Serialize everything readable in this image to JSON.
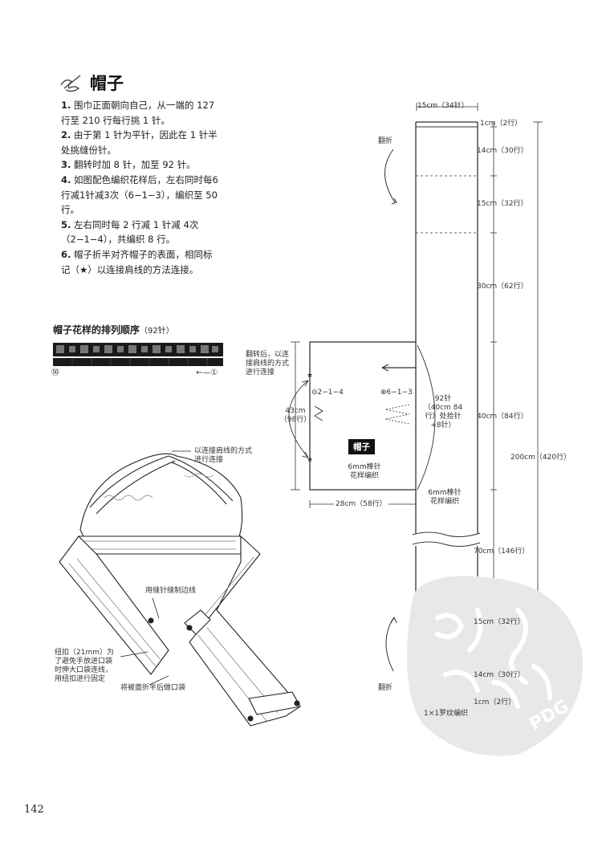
{
  "title": "帽子",
  "steps": [
    {
      "num": "1.",
      "text": "围巾正面朝向自己，从一端的 127 行至 210 行每行挑 1 针。"
    },
    {
      "num": "2.",
      "text": "由于第 1 针为平针，因此在 1 针半处挑缝份针。"
    },
    {
      "num": "3.",
      "text": "翻转时加 8 针，加至 92 针。"
    },
    {
      "num": "4.",
      "text": "如图配色编织花样后，左右同时每6行减1针减3次（6−1−3），编织至 50 行。"
    },
    {
      "num": "5.",
      "text": "左右同时每 2 行减 1 针减 4次（2−1−4），共编织 8 行。"
    },
    {
      "num": "6.",
      "text": "帽子折半对齐帽子的表面，相同标记（★）以连接肩线的方法连接。"
    }
  ],
  "stitch_chart": {
    "title": "帽子花样的排列顺序",
    "count": "（92针）",
    "end_mark": "㊿",
    "start_mark": "←—①"
  },
  "scarf": {
    "width": "15cm（34针）",
    "fold_top": "翻折",
    "fold_bottom": "翻折",
    "total": "200cm（420行）",
    "segments": [
      "1cm（2行）",
      "14cm（30行）",
      "15cm（32行）",
      "30cm（62行）",
      "40cm（84行）",
      "70cm（146行）",
      "15cm（32行）",
      "14cm（30行）",
      "1cm（2行）"
    ],
    "rib": "1×1罗纹编织",
    "needle_line1": "6mm棒针",
    "needle_line2": "花样编织"
  },
  "hood": {
    "label": "帽子",
    "note_line1": "翻转后，以连",
    "note_line2": "接肩线的方式",
    "note_line3": "进行连接",
    "height": "43cm",
    "height_rows": "（98行）",
    "width": "28cm（58行）",
    "dec_top": "⊝2−1−4",
    "dec_side": "⊕6−1−3",
    "pick_line1": "92针",
    "pick_line2": "（40cm 84",
    "pick_line3": "行）处拾针",
    "pick_line4": "+8针）",
    "needle_line1": "6mm棒针",
    "needle_line2": "花样编织"
  },
  "illustration": {
    "note_shoulder_line1": "以连接肩线的方式",
    "note_shoulder_line2": "进行连接",
    "note_stitch": "用缝针缝制边线",
    "note_button_line1": "纽扣（21mm）为",
    "note_button_line2": "了避免手放进口袋",
    "note_button_line3": "时伸大口袋连线，",
    "note_button_line4": "用纽扣进行固定",
    "note_pocket": "将被面折半后做口袋"
  },
  "page_number": "142"
}
